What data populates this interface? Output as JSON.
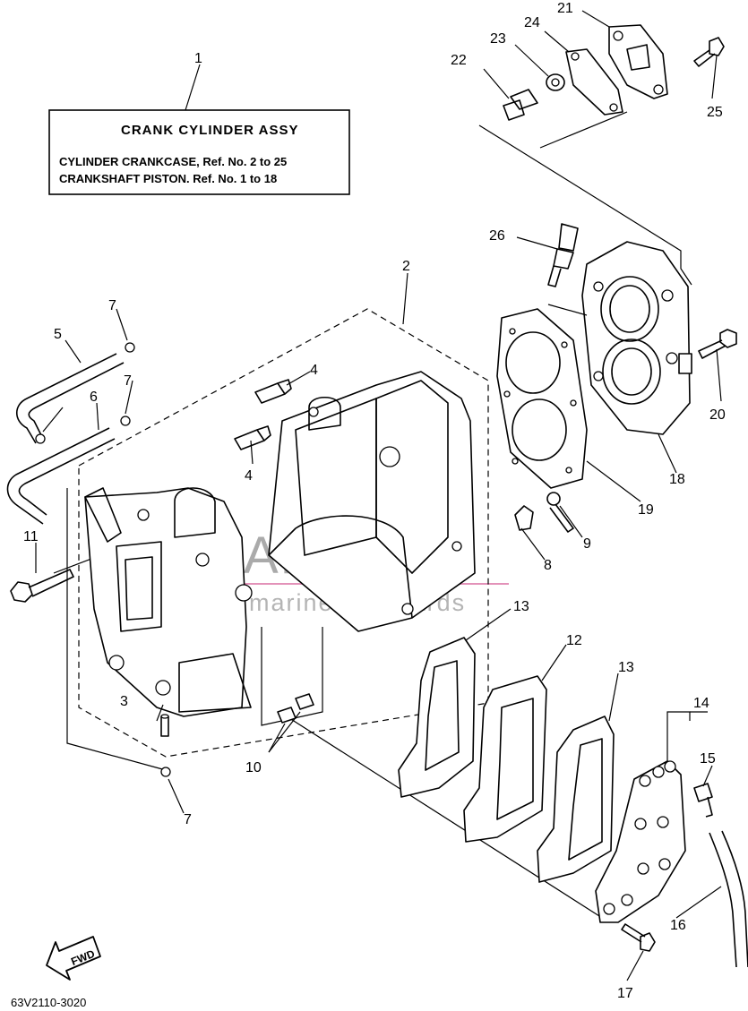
{
  "info_box": {
    "title": "CRANK CYLINDER ASSY",
    "line1": "CYLINDER CRANKCASE, Ref. No. 2 to 25",
    "line2": "CRANKSHAFT PISTON.    Ref. No. 1 to 18"
  },
  "callouts": {
    "c1": "1",
    "c2": "2",
    "c3": "3",
    "c4a": "4",
    "c4b": "4",
    "c5": "5",
    "c6": "6",
    "c7a": "7",
    "c7b": "7",
    "c7c": "7",
    "c8": "8",
    "c9": "9",
    "c10": "10",
    "c11": "11",
    "c12": "12",
    "c13a": "13",
    "c13b": "13",
    "c14": "14",
    "c15": "15",
    "c16": "16",
    "c17": "17",
    "c18": "18",
    "c19": "19",
    "c20": "20",
    "c21": "21",
    "c22": "22",
    "c23": "23",
    "c24": "24",
    "c25": "25",
    "c26": "26"
  },
  "watermark": {
    "brand": "ARMADA",
    "tagline": "marine outboards"
  },
  "fwd_label": "FWD",
  "diagram_code": "63V2110-3020"
}
